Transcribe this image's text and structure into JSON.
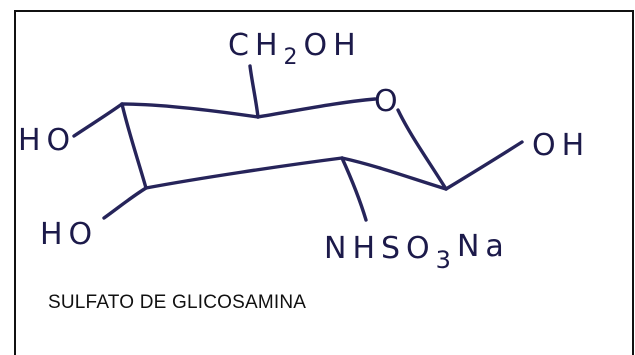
{
  "structure": {
    "ring_oxygen": "O",
    "c6_group": {
      "main": "CH",
      "sub": "2",
      "tail": "OH"
    },
    "c1_group": "OH",
    "c4_group": "HO",
    "c3_group": "HO",
    "c2_group": {
      "main": "NHSO",
      "sub": "3",
      "tail": "Na"
    }
  },
  "caption": "SULFATO DE GLICOSAMINA",
  "colors": {
    "ink": "#26245a",
    "frame": "#111111",
    "background": "#ffffff"
  }
}
